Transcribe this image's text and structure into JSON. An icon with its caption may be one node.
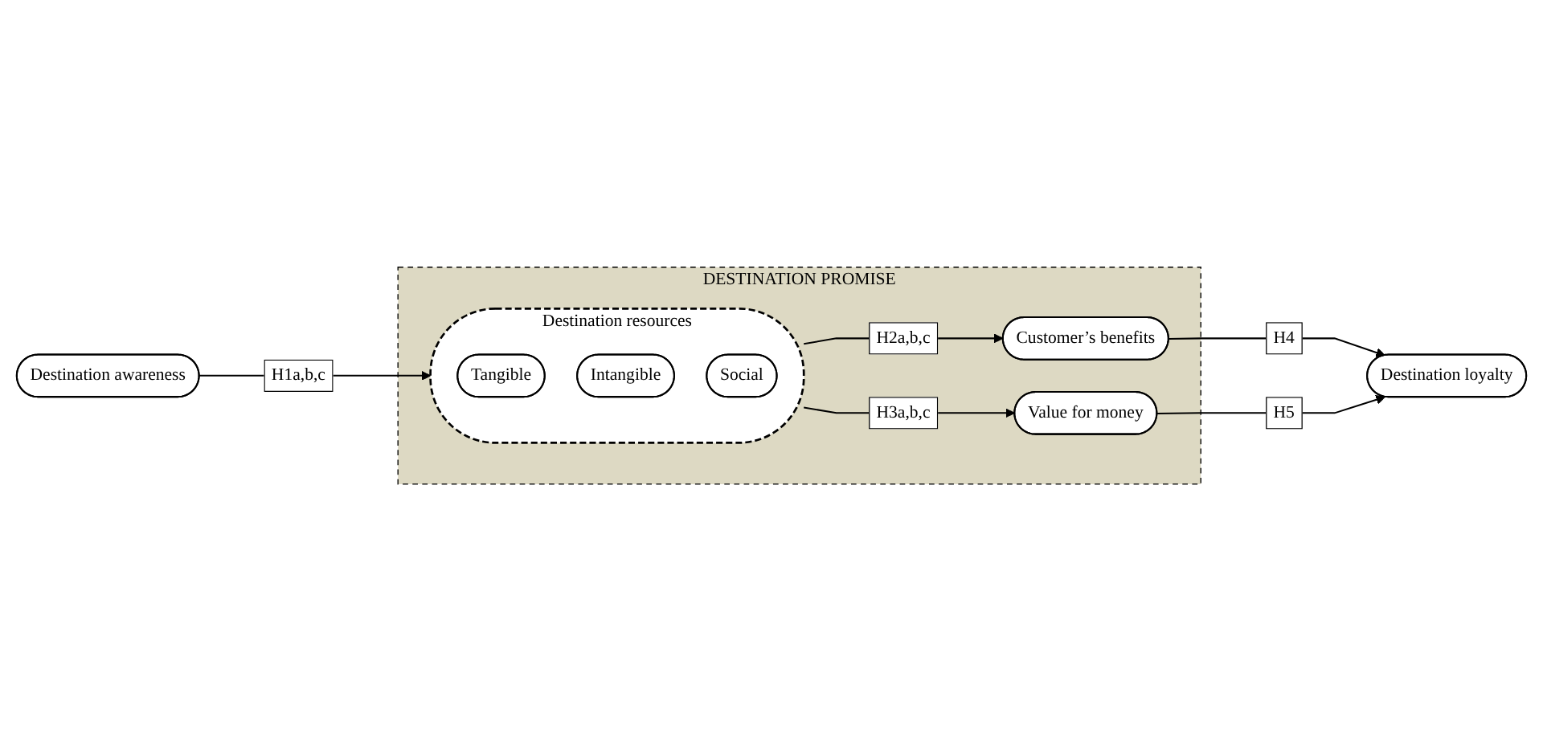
{
  "diagram": {
    "nodes": [
      {
        "text": [
          "Destination awareness"
        ]
      },
      {
        "text": [
          "DESTINATION PROMISE"
        ]
      },
      {
        "text": [
          "Destination resources"
        ],
        "in": 1
      },
      {
        "text": [
          "Tangible"
        ],
        "in": 2
      },
      {
        "text": [
          "Intangible"
        ],
        "in": 2
      },
      {
        "text": [
          "Social"
        ],
        "in": 2
      },
      {
        "text": [
          "Customer’s benefits"
        ],
        "in": 1
      },
      {
        "text": [
          "Value for money"
        ],
        "in": 1
      },
      {
        "text": [
          "Destination loyalty"
        ]
      }
    ],
    "edges": [
      {
        "from": 0,
        "to": 2,
        "arrow": "to",
        "label": "H1a,b,c"
      },
      {
        "from": 2,
        "to": 6,
        "arrow": "to",
        "label": "H2a,b,c"
      },
      {
        "from": 2,
        "to": 7,
        "arrow": "to",
        "label": "H3a,b,c"
      },
      {
        "from": 6,
        "to": 8,
        "arrow": "to",
        "label": "H4"
      },
      {
        "from": 7,
        "to": 8,
        "arrow": "to",
        "label": "H5"
      }
    ]
  }
}
